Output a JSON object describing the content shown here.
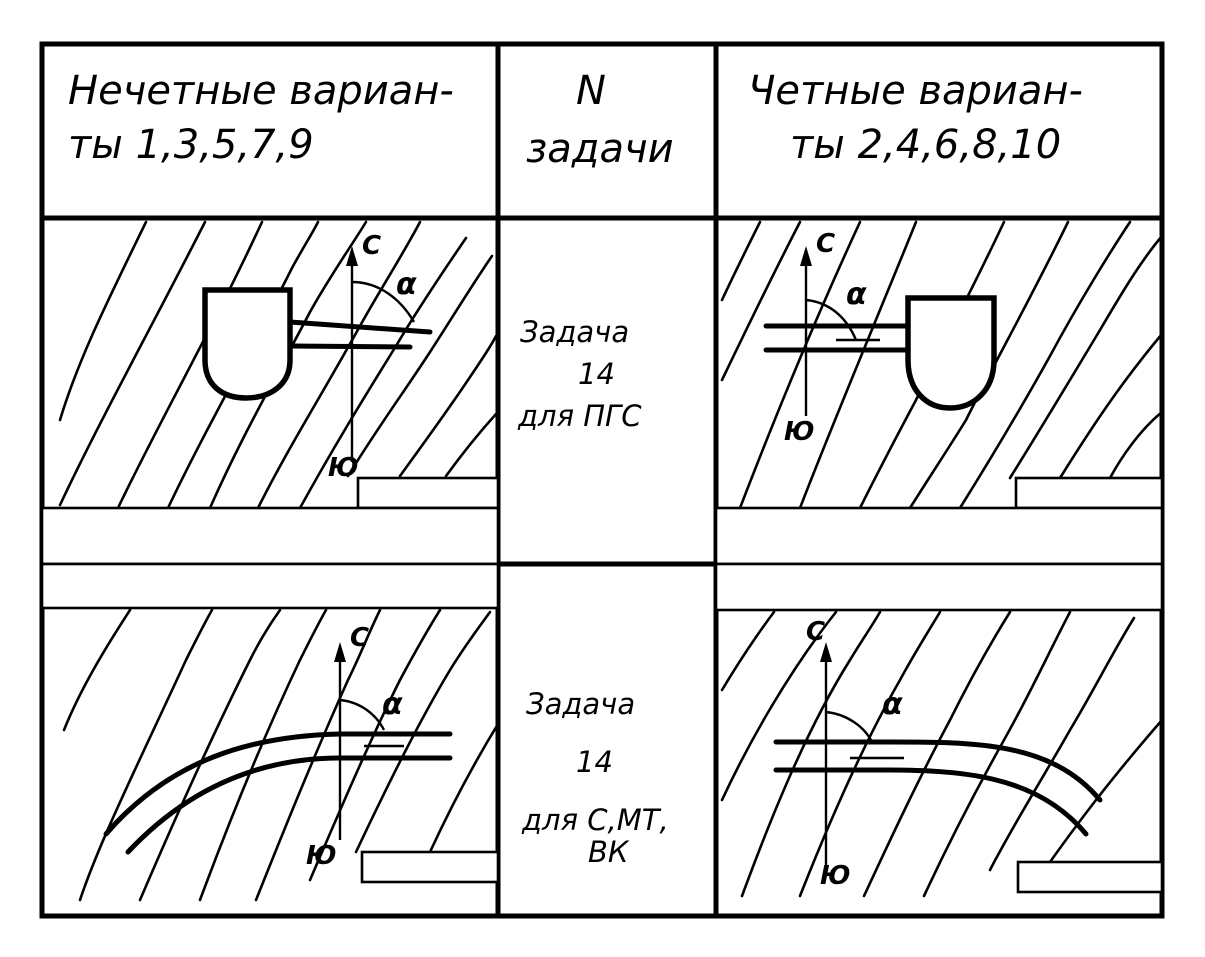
{
  "table": {
    "header": {
      "left": [
        "Нечетные вариан-",
        "ты  1,3,5,7,9"
      ],
      "middle": [
        "N",
        "задачи"
      ],
      "right": [
        "Четные вариан-",
        "ты  2,4,6,8,10"
      ]
    },
    "rows": [
      {
        "task": [
          "Задача",
          "14",
          "для ПГС"
        ]
      },
      {
        "task": [
          "Задача",
          "14",
          "для С,МТ,",
          "ВК"
        ]
      }
    ]
  },
  "labels": {
    "north": "С",
    "south": "Ю",
    "angle": "α"
  }
}
